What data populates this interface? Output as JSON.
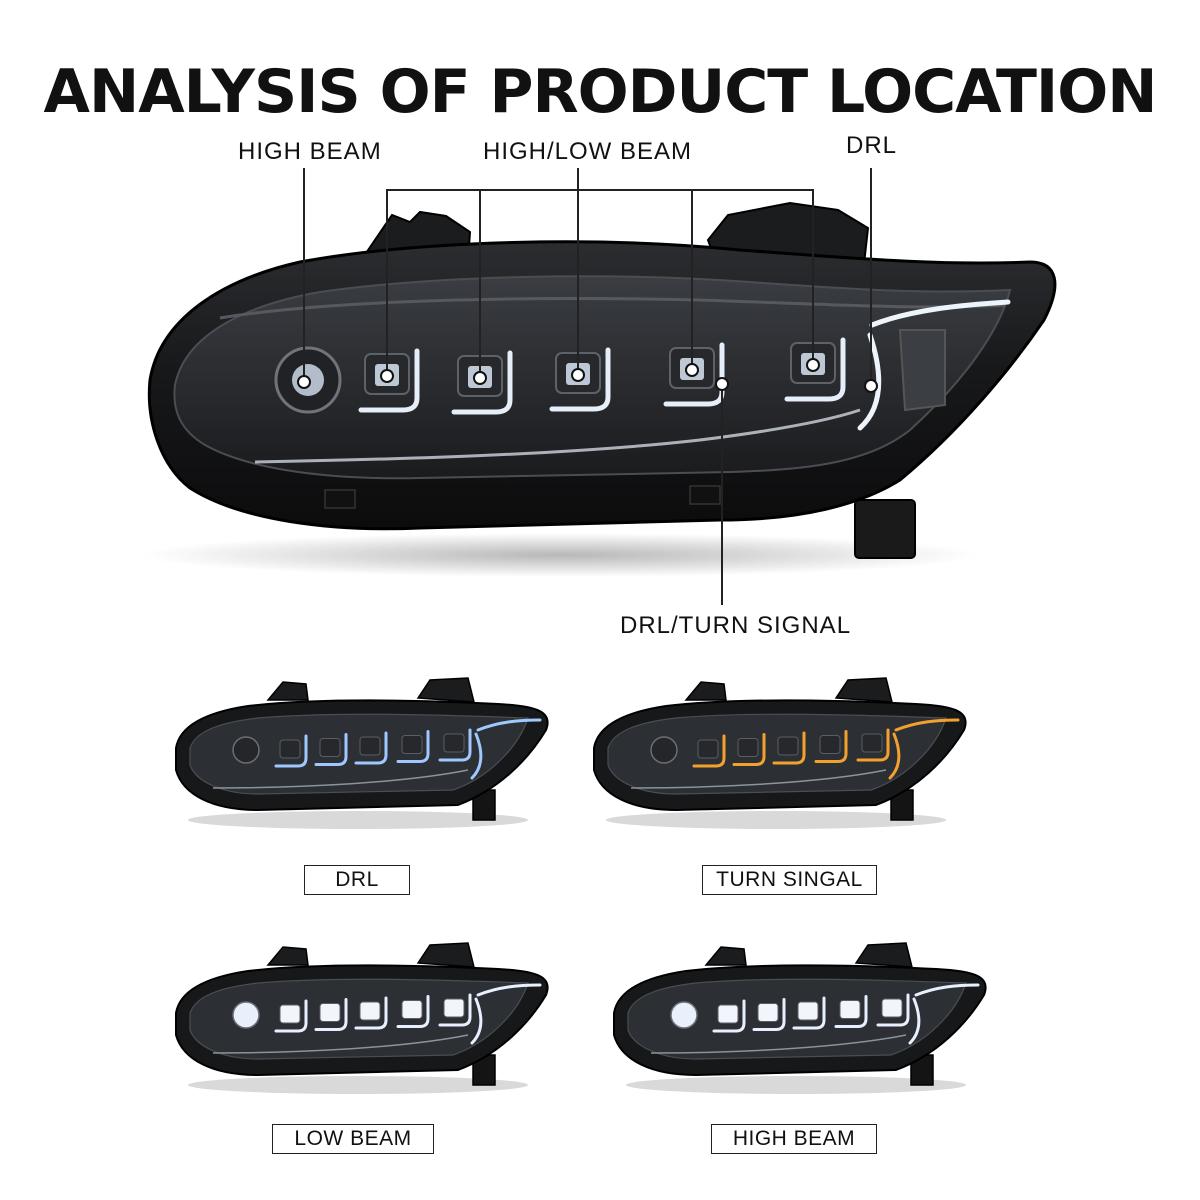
{
  "title": "ANALYSIS OF PRODUCT LOCATION",
  "callouts": {
    "high_beam": "HIGH BEAM",
    "high_low_beam": "HIGH/LOW BEAM",
    "drl": "DRL",
    "drl_turn_signal": "DRL/TURN SIGNAL"
  },
  "modes": [
    {
      "label": "DRL",
      "light_color": "#9fc8ff",
      "projectors_lit": false
    },
    {
      "label": "TURN SINGAL",
      "light_color": "#f3a12e",
      "projectors_lit": false
    },
    {
      "label": "LOW BEAM",
      "light_color": "#e8f0ff",
      "projectors_lit": true
    },
    {
      "label": "HIGH BEAM",
      "light_color": "#e8f0ff",
      "projectors_lit": true
    }
  ],
  "colors": {
    "housing": "#141516",
    "lens_tint": "#2a2d31",
    "drl_white": "#e6eef9",
    "marker_dot": "#ffffff",
    "leader_line": "#222222"
  }
}
